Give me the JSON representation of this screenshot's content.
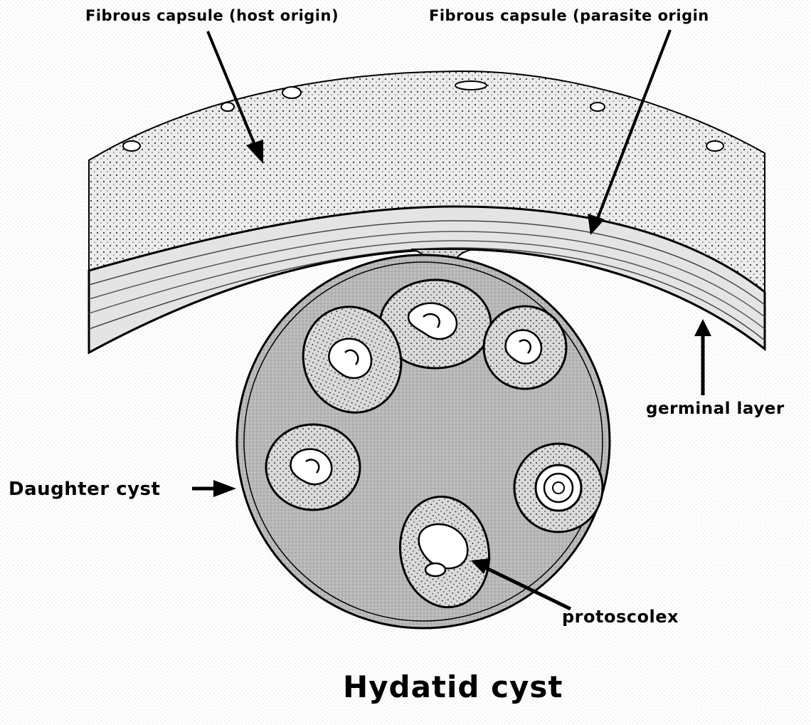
{
  "labels": {
    "host_capsule": "Fibrous capsule (host origin)",
    "parasite_capsule": "Fibrous capsule (parasite origin",
    "germinal_layer": "germinal layer",
    "daughter_cyst": "Daughter cyst",
    "protoscolex": "protoscolex",
    "title": "Hydatid cyst"
  },
  "colors": {
    "background": "#ffffff",
    "ink": "#000000",
    "capsule_fill": "#e9e9e9",
    "cyst_fill": "#bdbdbd",
    "protoscolex_fill": "#d9d9d9"
  }
}
